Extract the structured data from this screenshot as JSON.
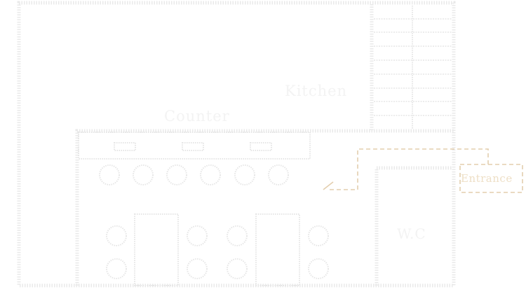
{
  "floor_plan": {
    "labels": {
      "kitchen": "Kitchen",
      "counter": "Counter",
      "wc": "W.C",
      "entrance": "Entrance"
    },
    "counter_stool_count": 6,
    "table_count": 2,
    "table_chair_count": 8
  },
  "colors": {
    "walls": "#e9e9e9",
    "room_labels": "#f3f3f3",
    "entrance_path": "#e3ceae",
    "entrance_label": "#eedfc6"
  }
}
